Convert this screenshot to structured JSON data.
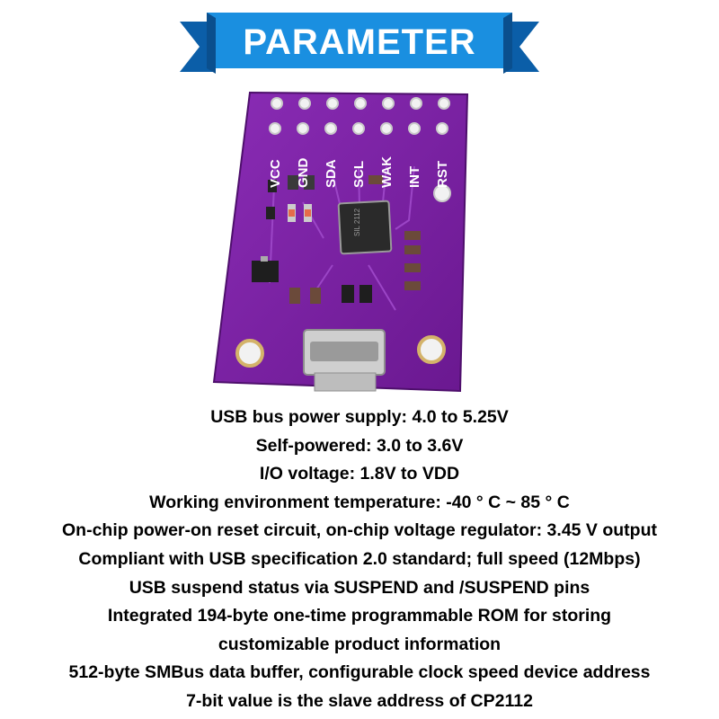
{
  "banner": {
    "title": "PARAMETER"
  },
  "board": {
    "color": "#7a1fa0",
    "pins": [
      "VCC",
      "GND",
      "SDA",
      "SCL",
      "WAK",
      "INT",
      "RST"
    ],
    "chip_marking": "SIL 2112"
  },
  "specs": [
    "USB bus power supply: 4.0 to 5.25V",
    "Self-powered: 3.0 to 3.6V",
    "I/O voltage: 1.8V to VDD",
    "Working environment temperature: -40 ° C ~ 85 ° C",
    "On-chip power-on reset circuit, on-chip voltage regulator: 3.45 V output",
    "Compliant with USB specification 2.0 standard; full speed (12Mbps)",
    "USB suspend status via SUSPEND and /SUSPEND pins",
    "Integrated 194-byte one-time programmable ROM for storing",
    "customizable product information",
    "512-byte SMBus data buffer, configurable clock speed device address",
    "7-bit value is the slave address of CP2112"
  ],
  "colors": {
    "banner_blue": "#1a8fe0",
    "banner_dark": "#0b5ea8",
    "text": "#000000"
  }
}
